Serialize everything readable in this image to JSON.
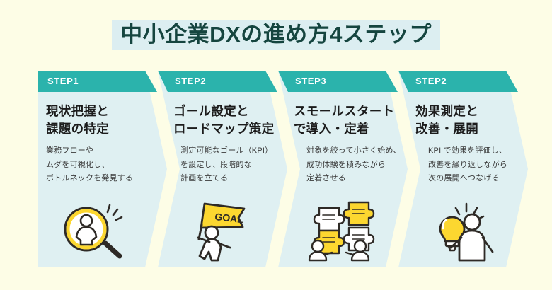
{
  "header": {
    "title": "中小企業DXの進め方4ステップ",
    "title_highlight_color": "#DCEEF1",
    "title_text_color": "#15453F"
  },
  "theme": {
    "background": "#FDFDE6",
    "panel_background": "#DFF0F2",
    "accent_teal": "#2BB3AC",
    "accent_yellow": "#FCD730",
    "heading_text": "#1C1C1C",
    "body_text": "#3A3A3A"
  },
  "steps": [
    {
      "label": "STEP1",
      "heading": "現状把握と\n課題の特定",
      "description": "業務フローや\nムダを可視化し、\nボトルネックを発見する",
      "icon": "magnifier-person-icon"
    },
    {
      "label": "STEP2",
      "heading": "ゴール設定と\nロードマップ策定",
      "description": "測定可能なゴール（KPI）\nを設定し、段階的な\n計画を立てる",
      "icon": "goal-flag-person-icon"
    },
    {
      "label": "STEP3",
      "heading": "スモールスタート\nで導入・定着",
      "description": "対象を絞って小さく始め、\n成功体験を積みながら\n定着させる",
      "icon": "puzzle-people-icon"
    },
    {
      "label": "STEP2",
      "heading": "効果測定と\n改善・展開",
      "description": "KPI で効果を評価し、\n改善を繰り返しながら\n次の展開へつなげる",
      "icon": "lightbulb-person-icon"
    }
  ]
}
